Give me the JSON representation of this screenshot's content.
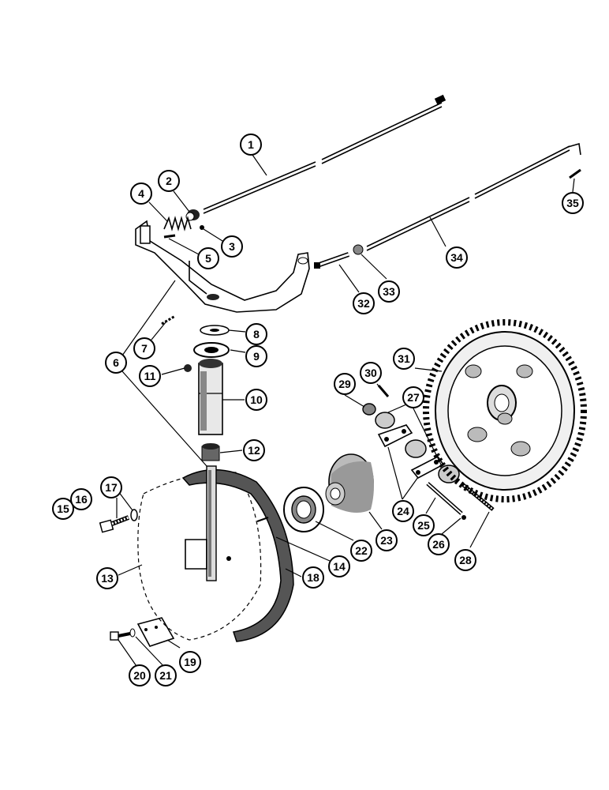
{
  "diagram": {
    "callouts": [
      {
        "id": "callout-1",
        "label": "1"
      },
      {
        "id": "callout-2",
        "label": "2"
      },
      {
        "id": "callout-3",
        "label": "3"
      },
      {
        "id": "callout-4",
        "label": "4"
      },
      {
        "id": "callout-5",
        "label": "5"
      },
      {
        "id": "callout-6",
        "label": "6"
      },
      {
        "id": "callout-7",
        "label": "7"
      },
      {
        "id": "callout-8",
        "label": "8"
      },
      {
        "id": "callout-9",
        "label": "9"
      },
      {
        "id": "callout-10",
        "label": "10"
      },
      {
        "id": "callout-11",
        "label": "11"
      },
      {
        "id": "callout-12",
        "label": "12"
      },
      {
        "id": "callout-13",
        "label": "13"
      },
      {
        "id": "callout-14",
        "label": "14"
      },
      {
        "id": "callout-15",
        "label": "15"
      },
      {
        "id": "callout-16",
        "label": "16"
      },
      {
        "id": "callout-17",
        "label": "17"
      },
      {
        "id": "callout-18",
        "label": "18"
      },
      {
        "id": "callout-19",
        "label": "19"
      },
      {
        "id": "callout-20",
        "label": "20"
      },
      {
        "id": "callout-21",
        "label": "21"
      },
      {
        "id": "callout-22",
        "label": "22"
      },
      {
        "id": "callout-23",
        "label": "23"
      },
      {
        "id": "callout-24",
        "label": "24"
      },
      {
        "id": "callout-25",
        "label": "25"
      },
      {
        "id": "callout-26",
        "label": "26"
      },
      {
        "id": "callout-27",
        "label": "27"
      },
      {
        "id": "callout-28",
        "label": "28"
      },
      {
        "id": "callout-29",
        "label": "29"
      },
      {
        "id": "callout-30",
        "label": "30"
      },
      {
        "id": "callout-31",
        "label": "31"
      },
      {
        "id": "callout-32",
        "label": "32"
      },
      {
        "id": "callout-33",
        "label": "33"
      },
      {
        "id": "callout-34",
        "label": "34"
      },
      {
        "id": "callout-35",
        "label": "35"
      }
    ]
  }
}
